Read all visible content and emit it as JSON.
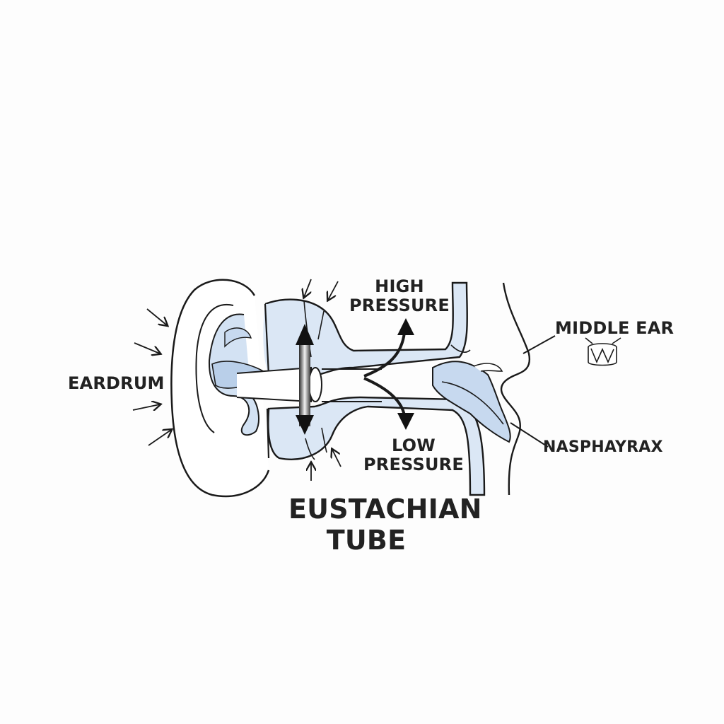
{
  "labels": {
    "eardrum": "EARDRUM",
    "high_pressure_line1": "HIGH",
    "high_pressure_line2": "PRESSURE",
    "low_pressure_line1": "LOW",
    "low_pressure_line2": "PRESSURE",
    "middle_ear": "MIDDLE EAR",
    "nasopharynx": "NASPHAYRAX",
    "eustachian_line1": "EUSTACHIAN",
    "eustachian_line2": "TUBE"
  },
  "colors": {
    "outline": "#1a1a1a",
    "fill_light": "#dbe7f5",
    "fill_mid": "#b9cfe9",
    "text": "#222222",
    "background": "#fdfdfd"
  },
  "icons": [
    "drum-icon",
    "pressure-arrow-icon"
  ]
}
